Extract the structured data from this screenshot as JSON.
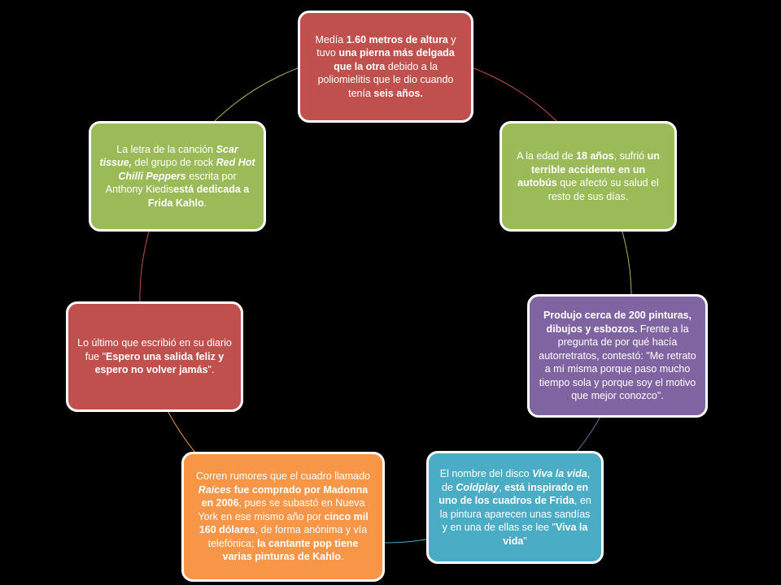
{
  "diagram": {
    "nodes": [
      {
        "id": "n1",
        "color": "#c0504d",
        "parts": [
          {
            "t": "Medía "
          },
          {
            "t": "1.60 metros de altura",
            "s": "b"
          },
          {
            "t": " y tuvo "
          },
          {
            "t": "una pierna más delgada que la otra",
            "s": "b"
          },
          {
            "t": " debido a la poliomielitis que le dio cuando tenía "
          },
          {
            "t": "seis años.",
            "s": "b"
          }
        ]
      },
      {
        "id": "n2",
        "color": "#9bbb59",
        "parts": [
          {
            "t": "A la edad de "
          },
          {
            "t": "18 años",
            "s": "b"
          },
          {
            "t": ", sufrió "
          },
          {
            "t": "un terrible accidente en un autobús",
            "s": "b"
          },
          {
            "t": " que afectó su salud el resto de sus días."
          }
        ]
      },
      {
        "id": "n3",
        "color": "#8064a2",
        "parts": [
          {
            "t": "Produjo cerca de 200 pinturas, dibujos y esbozos.",
            "s": "b"
          },
          {
            "t": " Frente a la pregunta de por qué hacía autorretratos, contestó: \"Me retrato a mí misma porque paso mucho tiempo sola y porque soy el motivo que mejor conozco\"."
          }
        ]
      },
      {
        "id": "n4",
        "color": "#4bacc6",
        "parts": [
          {
            "t": "El nombre del disco "
          },
          {
            "t": "Viva la vida",
            "s": "bi"
          },
          {
            "t": ", de "
          },
          {
            "t": "Coldplay",
            "s": "bi"
          },
          {
            "t": ", "
          },
          {
            "t": "está inspirado en uno de los cuadros de Frida",
            "s": "b"
          },
          {
            "t": ", en la pintura aparecen unas sandías y en una de ellas se lee \""
          },
          {
            "t": "Viva la vida",
            "s": "b"
          },
          {
            "t": "\""
          }
        ]
      },
      {
        "id": "n5",
        "color": "#f79646",
        "parts": [
          {
            "t": "Corren rumores que el cuadro llamado "
          },
          {
            "t": "Raíces",
            "s": "bi"
          },
          {
            "t": " "
          },
          {
            "t": "fue comprado por Madonna en 2006",
            "s": "b"
          },
          {
            "t": ", pues se subastó en Nueva York en ese mismo año por "
          },
          {
            "t": "cinco mil 160 dólares",
            "s": "b"
          },
          {
            "t": ", de forma anónima y vía telefónica; "
          },
          {
            "t": "la cantante pop tiene varias pinturas de Kahlo",
            "s": "b"
          },
          {
            "t": "."
          }
        ]
      },
      {
        "id": "n6",
        "color": "#c0504d",
        "parts": [
          {
            "t": "Lo último que escribió en su diario fue \""
          },
          {
            "t": "Espero una salida feliz y espero no volver jamás",
            "s": "b"
          },
          {
            "t": "\"."
          }
        ]
      },
      {
        "id": "n7",
        "color": "#9bbb59",
        "parts": [
          {
            "t": "La letra de la canción "
          },
          {
            "t": "Scar tissue,",
            "s": "bi"
          },
          {
            "t": " del grupo de rock "
          },
          {
            "t": "Red Hot Chilli Peppers",
            "s": "bi"
          },
          {
            "t": " escrita por Anthony Kiedis"
          },
          {
            "t": "está dedicada a Frida Kahlo",
            "s": "b"
          },
          {
            "t": "."
          }
        ]
      }
    ],
    "ring_colors": [
      "#c0504d",
      "#9bbb59",
      "#8064a2",
      "#4bacc6",
      "#f79646",
      "#c0504d",
      "#9bbb59"
    ]
  }
}
